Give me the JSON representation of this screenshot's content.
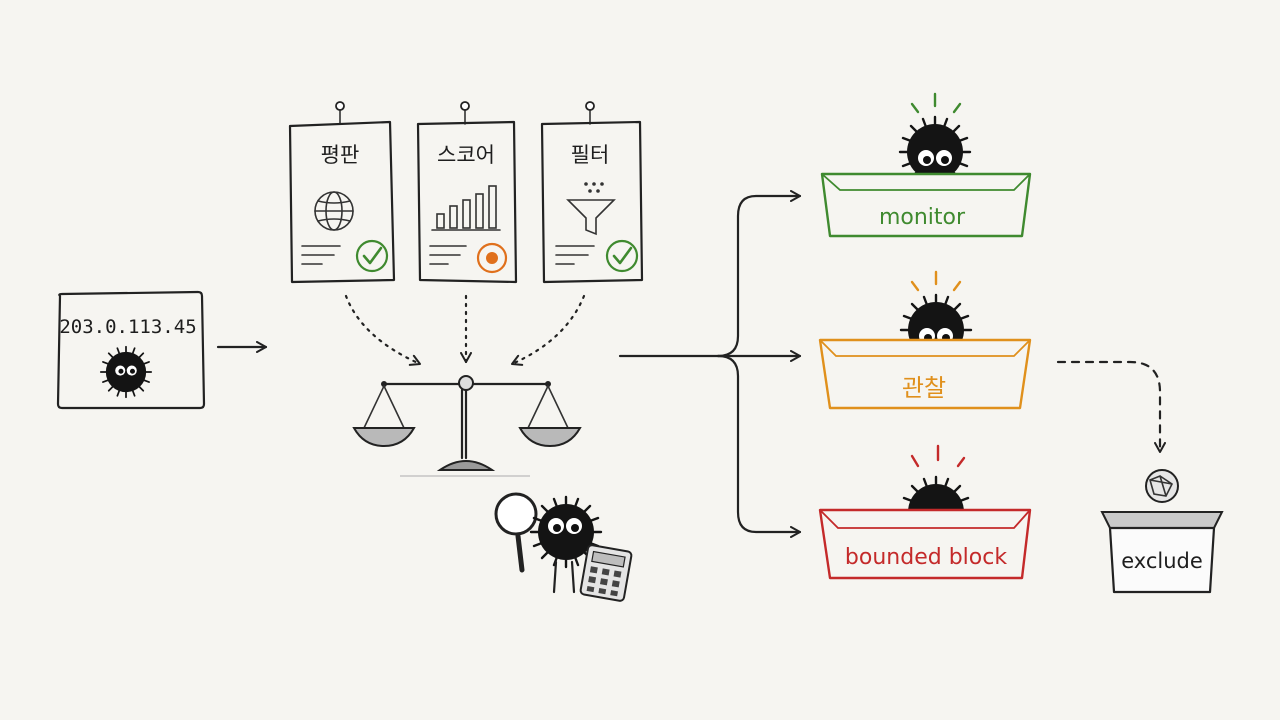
{
  "input": {
    "ip_address": "203.0.113.45"
  },
  "checks": [
    {
      "label": "평판",
      "icon": "globe-icon",
      "status": "check-mark-icon",
      "status_color": "#3f8a2f"
    },
    {
      "label": "스코어",
      "icon": "bar-chart-icon",
      "status": "target-dot-icon",
      "status_color": "#e0701c"
    },
    {
      "label": "필터",
      "icon": "funnel-icon",
      "status": "check-mark-icon",
      "status_color": "#3f8a2f"
    }
  ],
  "outcomes": [
    {
      "label": "monitor",
      "color": "#3f8a2f",
      "mood": "calm"
    },
    {
      "label": "관찰",
      "color": "#e0901c",
      "mood": "calm"
    },
    {
      "label": "bounded block",
      "color": "#c42a2a",
      "mood": "angry"
    }
  ],
  "exclude": {
    "label": "exclude"
  }
}
